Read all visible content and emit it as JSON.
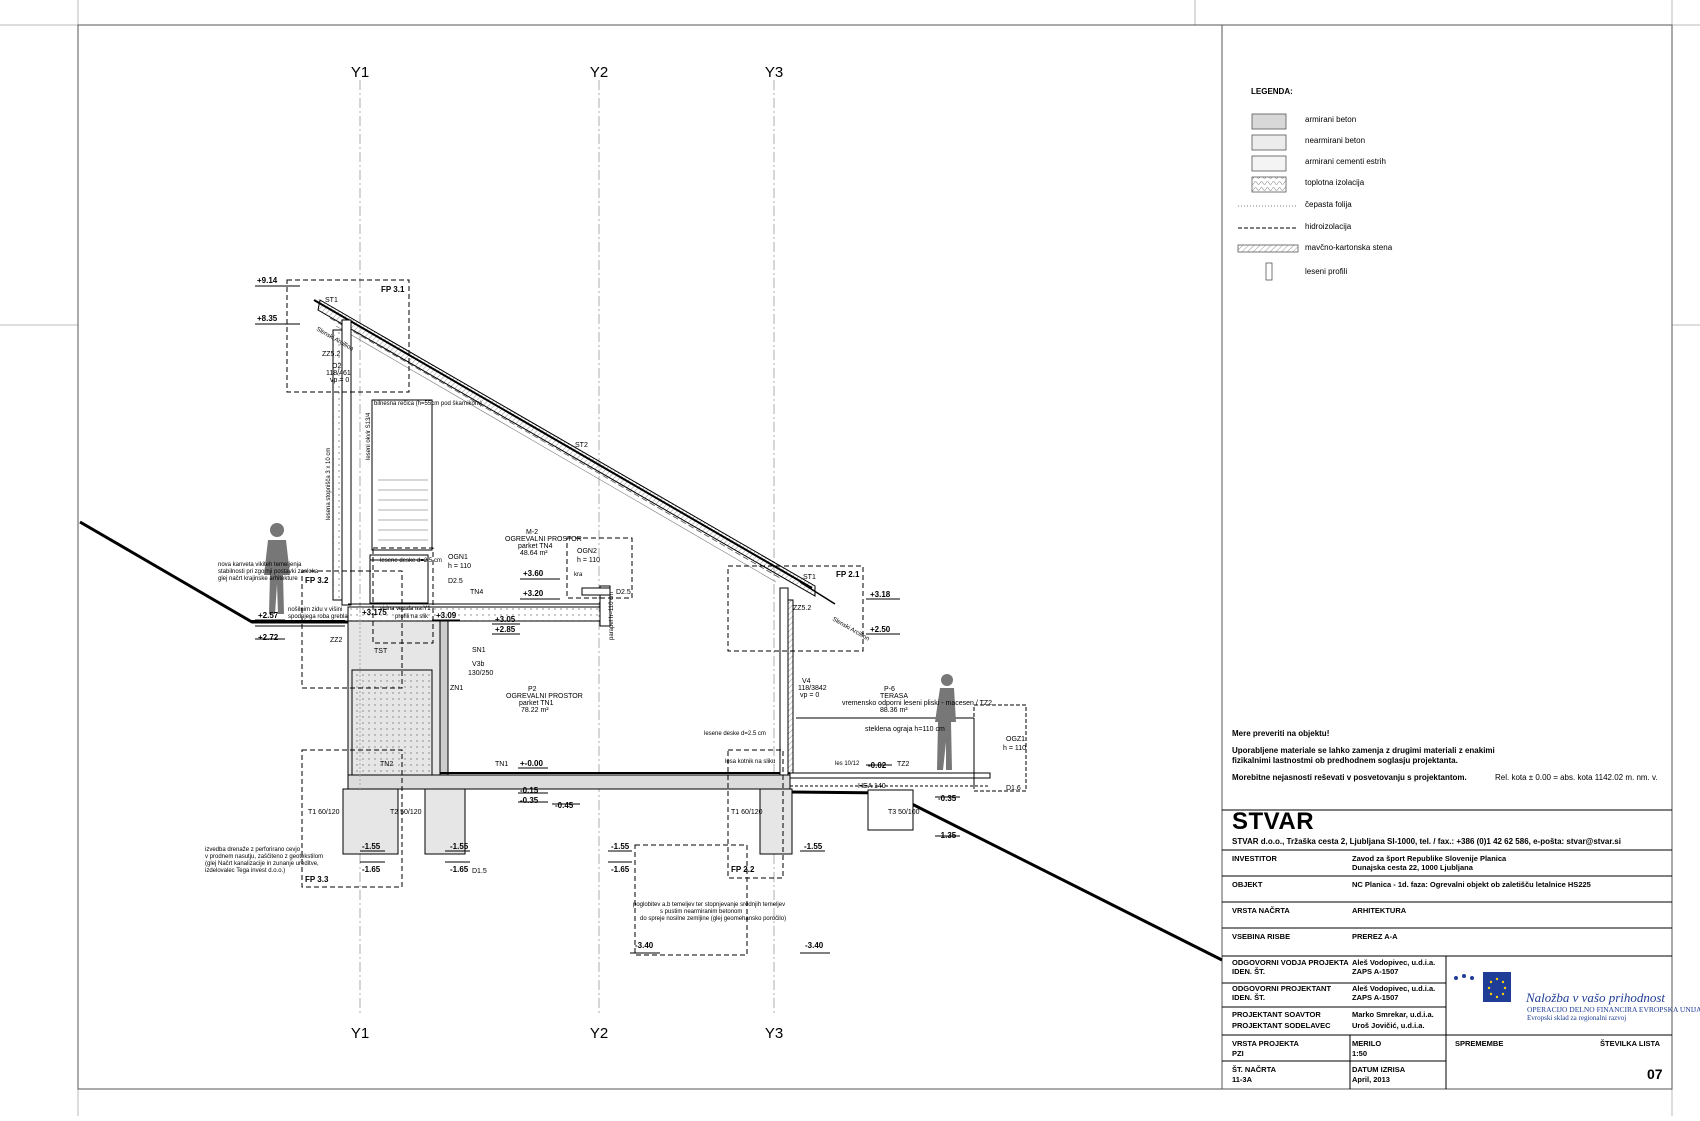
{
  "grid": {
    "top": [
      "Y1",
      "Y2",
      "Y3"
    ],
    "bottom": [
      "Y1",
      "Y2",
      "Y3"
    ]
  },
  "legend": {
    "title": "LEGENDA:",
    "items": [
      {
        "label": "armirani beton",
        "style": "fill",
        "color": "#d8d8d8"
      },
      {
        "label": "nearmirani beton",
        "style": "fill",
        "color": "#ececec"
      },
      {
        "label": "armirani cementi estrih",
        "style": "fill",
        "color": "#f4f4f4"
      },
      {
        "label": "toplotna izolacija",
        "style": "hatch",
        "color": "#bdbdbd"
      },
      {
        "label": "čepasta folija",
        "style": "dotted-line"
      },
      {
        "label": "hidroizolacija",
        "style": "dashed-line"
      },
      {
        "label": "mavčno-kartonska stena",
        "style": "hatch-strip"
      },
      {
        "label": "leseni profili",
        "style": "small-box"
      }
    ]
  },
  "notes": {
    "n1": "Mere preveriti na objektu!",
    "n2a": "Uporabljene materiale se lahko zamenja z drugimi materiali z enakimi",
    "n2b": "fizikalnimi lastnostmi ob predhodnem soglasju projektanta.",
    "n3": "Morebitne nejasnosti reševati v posvetovanju s projektantom.",
    "n4": "Rel. kota ± 0.00 = abs. kota 1142.02 m. nm. v."
  },
  "titleblock": {
    "logo": "STVAR",
    "company": "STVAR d.o.o., Tržaška cesta 2, Ljubljana SI-1000, tel. / fax.: +386 (0)1 42 62 586, e-pošta: stvar@stvar.si",
    "investitor_label": "INVESTITOR",
    "investitor_1": "Zavod za šport Republike Slovenije Planica",
    "investitor_2": "Dunajska cesta 22, 1000 Ljubljana",
    "objekt_label": "OBJEKT",
    "objekt": "NC Planica - 1d. faza: Ogrevalni objekt ob zaletišču letalnice HS225",
    "vrsta_label": "VRSTA NAČRTA",
    "vrsta": "ARHITEKTURA",
    "vsebina_label": "VSEBINA RISBE",
    "vsebina": "PREREZ A-A",
    "ovp_label_1": "ODGOVORNI VODJA PROJEKTA",
    "ovp_label_2": "IDEN. ŠT.",
    "ovp_1": "Aleš Vodopivec, u.d.i.a.",
    "ovp_2": "ZAPS A-1507",
    "op_label_1": "ODGOVORNI PROJEKTANT",
    "op_label_2": "IDEN. ŠT.",
    "op_1": "Aleš Vodopivec, u.d.i.a.",
    "op_2": "ZAPS A-1507",
    "ps_label_1": "PROJEKTANT SOAVTOR",
    "ps_label_2": "PROJEKTANT SODELAVEC",
    "ps_1": "Marko Smrekar, u.d.i.a.",
    "ps_2": "Uroš Jovičić, u.d.i.a.",
    "vp_label": "VRSTA PROJEKTA",
    "vp": "PZI",
    "merilo_label": "MERILO",
    "merilo": "1:50",
    "sn_label": "ŠT. NAČRTA",
    "sn": "11-3A",
    "datum_label": "DATUM IZRISA",
    "datum": "April, 2013",
    "spremembe_label": "SPREMEMBE",
    "stevilka_label": "ŠTEVILKA LISTA",
    "stevilka": "07",
    "eu_1": "Naložba v vašo prihodnost",
    "eu_2": "OPERACIJO DELNO FINANCIRA EVROPSKA UNIJA",
    "eu_3": "Evropski sklad za regionalni razvoj"
  },
  "drawing": {
    "levels": {
      "l914": "+9.14",
      "l835": "+8.35",
      "l360": "+3.60",
      "l320": "+3.20",
      "l318": "+3.18",
      "l250": "+2.50",
      "l3175": "+3.175",
      "l309": "+3.09",
      "l305": "+3.05",
      "l285": "+2.85",
      "l257": "+2.57",
      "l272": "+2.72",
      "l000": "+-0.00",
      "m015": "-0.15",
      "m035": "-0.35",
      "m045": "-0.45",
      "m002": "-0.02",
      "m035r": "-0.35",
      "m135": "-1.35",
      "m155a": "-1.55",
      "m165a": "-1.65",
      "m155b": "-1.55",
      "m165b": "-1.65",
      "m155c": "-1.55",
      "m165c": "-1.65",
      "m155d": "-1.55",
      "m340a": "-3.40",
      "m340b": "-3.40"
    },
    "frames": {
      "fp31": "FP 3.1",
      "fp32": "FP 3.2",
      "fp33": "FP 3.3",
      "fp21": "FP 2.1",
      "fp22": "FP 2.2"
    },
    "tags": {
      "st1a": "ST1",
      "st1b": "ST1",
      "st2": "ST2",
      "zz52a": "ZZ5.2",
      "zz52b": "ZZ5.2",
      "zz2": "ZZ2",
      "tst": "TST",
      "zn1": "ZN1",
      "sn1": "SN1",
      "tn4": "TN4",
      "tn2": "TN2",
      "tn1": "TN1",
      "tz2": "TZ2",
      "ogn1": "OGN1",
      "ogn1h": "h = 110",
      "ogn2": "OGN2",
      "ogn2h": "h = 110",
      "ogz1": "OGZ1",
      "ogz1h": "h = 110",
      "d25a": "D2.5",
      "d25b": "D2.5",
      "d15": "D1.5",
      "d16": "D1.6",
      "t1a": "T1 60/120",
      "t2": "T2 50/120",
      "t1b": "T1 60/120",
      "t3": "T3 50/100",
      "v3b": "V3b",
      "v3bd": "130/250",
      "heb": "HEA 140",
      "p2a": "P2",
      "p2b": "OGREVALNI PROSTOR",
      "p2c": "parket TN1",
      "p2d": "78.22 m²",
      "m2a": "M-2",
      "m2b": "OGREVALNI PROSTOR",
      "m2c": "parket TN4",
      "m2d": "48.64 m²",
      "p6a": "P-6",
      "p6b": "TERASA",
      "p6c": "vremensko odporni leseni pliski - macesen / TZ2",
      "p6d": "88.36 m²",
      "ograja": "steklena ograja h=110 cm",
      "v4a": "V4",
      "v4b": "118/3842",
      "v4c": "vp = 0",
      "o2a": "O2",
      "o2b": "118/461",
      "o2c": "vp = 0"
    },
    "notes": {
      "roof1": "Slenski Arcillion",
      "roof2": "Slenski Arcillion",
      "vent1": "lesene deske d=2.5 cm",
      "vent2": "lesene deske d=2.5 cm",
      "nw1": "nova kanveta vikiteh temeljenja",
      "nw2": "stabilnosti pri zgornji postavki zasloka",
      "nw3": "glej načrt krajinske arhitekture",
      "wall1": "nošilnim zidu v višini",
      "wall2": "spodnjega roba grebla",
      "found1": "poglobitev a.b temeljev ter stopnjevanje srednjih temeljev",
      "found2": "s pustim nearmiranim betonom",
      "found3": "do spreje nosilne zemljine (glej geomehansko poročilo)",
      "dr1": "izvedba drenaže z perforirano cevjo",
      "dr2": "v prodnem nasutju, zaščiteno z geotekstilom",
      "dr3": "(glej Načrt kanalizacije in zunanje ureditve,",
      "dr4": "izdelovalec Tega invest d.o.o.)",
      "stair": "lesena stopnišča 3 x 10 cm",
      "stairs2": "bilnesna rečica (h=55cm pod škarnikom)",
      "lesa": "lesa kotnik na sliku",
      "les1": "les 10/12",
      "les2": "leseni okvir S13/4",
      "prof": "profili na slik",
      "vrn": "vidna vezala na Y1",
      "okno": "parapet h=110 cm",
      "ktr": "kra"
    }
  }
}
